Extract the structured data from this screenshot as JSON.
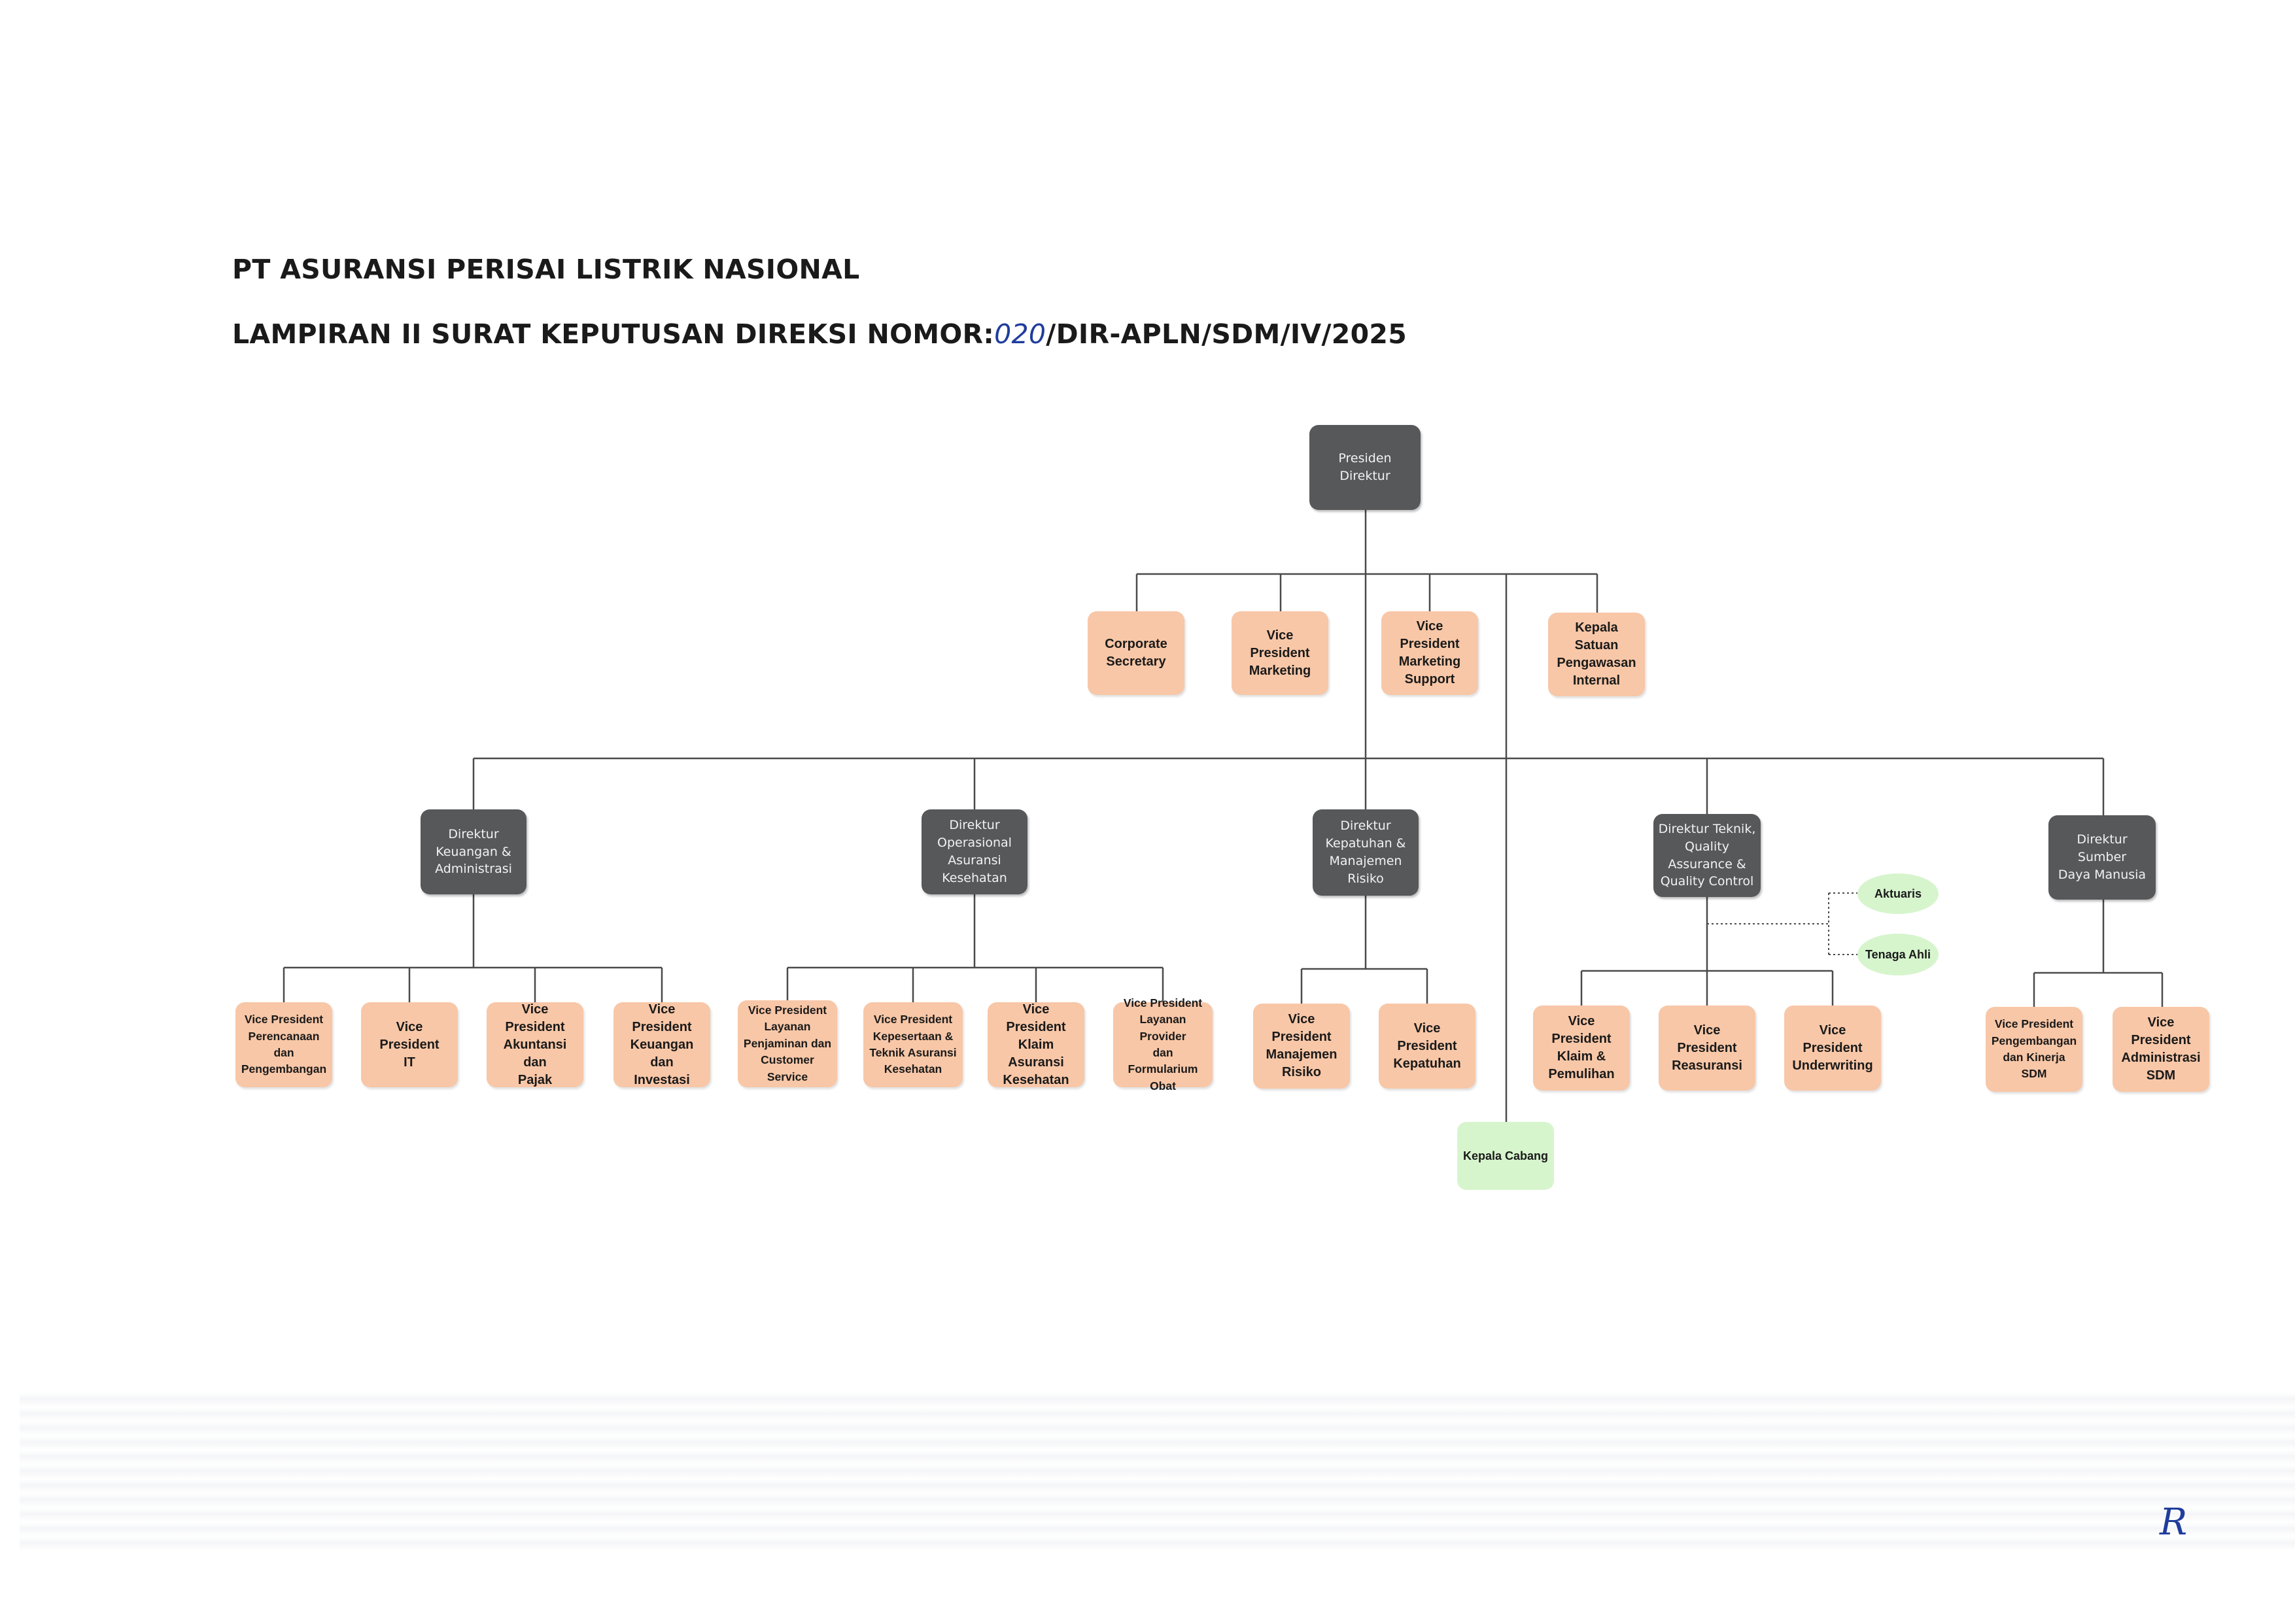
{
  "header": {
    "company": "PT ASURANSI PERISAI LISTRIK NASIONAL",
    "decree_prefix": "LAMPIRAN II SURAT KEPUTUSAN DIREKSI NOMOR:",
    "decree_number": "020",
    "decree_suffix": "/DIR-APLN/SDM/IV/2025"
  },
  "org": {
    "president": [
      "Presiden Direktur"
    ],
    "staff": [
      [
        "Corporate",
        "Secretary"
      ],
      [
        "Vice President",
        "Marketing"
      ],
      [
        "Vice President",
        "Marketing",
        "Support"
      ],
      [
        "Kepala Satuan",
        "Pengawasan",
        "Internal"
      ]
    ],
    "directors": [
      {
        "title": [
          "Direktur",
          "Keuangan &",
          "Administrasi"
        ],
        "units": [
          [
            "Vice President",
            "Perencanaan",
            "dan",
            "Pengembangan"
          ],
          [
            "Vice President",
            "IT"
          ],
          [
            "Vice President",
            "Akuntansi dan",
            "Pajak"
          ],
          [
            "Vice President",
            "Keuangan dan",
            "Investasi"
          ]
        ]
      },
      {
        "title": [
          "Direktur",
          "Operasional",
          "Asuransi",
          "Kesehatan"
        ],
        "units": [
          [
            "Vice President",
            "Layanan",
            "Penjaminan dan",
            "Customer",
            "Service"
          ],
          [
            "Vice President",
            "Kepesertaan &",
            "Teknik Asuransi",
            "Kesehatan"
          ],
          [
            "Vice President",
            "Klaim Asuransi",
            "Kesehatan"
          ],
          [
            "Vice President",
            "Layanan Provider",
            "dan Formularium",
            "Obat"
          ]
        ]
      },
      {
        "title": [
          "Direktur",
          "Kepatuhan &",
          "Manajemen",
          "Risiko"
        ],
        "units": [
          [
            "Vice President",
            "Manajemen",
            "Risiko"
          ],
          [
            "Vice President",
            "Kepatuhan"
          ]
        ]
      },
      {
        "title": [
          "Direktur Teknik,",
          "Quality",
          "Assurance &",
          "Quality Control"
        ],
        "units": [
          [
            "Vice President",
            "Klaim &",
            "Pemulihan"
          ],
          [
            "Vice President",
            "Reasuransi"
          ],
          [
            "Vice President",
            "Underwriting"
          ]
        ],
        "advisors": [
          "Aktuaris",
          "Tenaga Ahli"
        ]
      },
      {
        "title": [
          "Direktur Sumber",
          "Daya Manusia"
        ],
        "units": [
          [
            "Vice President",
            "Pengembangan",
            "dan Kinerja",
            "SDM"
          ],
          [
            "Vice President",
            "Administrasi",
            "SDM"
          ]
        ]
      }
    ],
    "branch": [
      "Kepala Cabang"
    ]
  },
  "signature_initial": "R",
  "colors": {
    "director_box": "#56585a",
    "unit_box": "#f8c7a7",
    "branch_box": "#d7f5cd",
    "line": "#4a4a4a",
    "handwriting": "#1f3d9c"
  }
}
